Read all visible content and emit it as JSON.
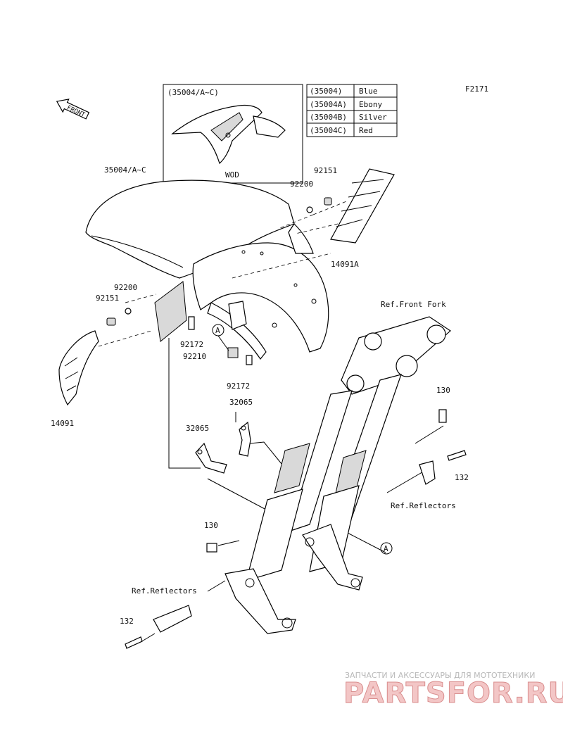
{
  "diagram": {
    "code": "F2171",
    "front_label": "FRONT",
    "inset": {
      "title": "(35004/A~C)",
      "caption": "WOD"
    },
    "color_table": [
      {
        "code": "(35004)",
        "color": "Blue"
      },
      {
        "code": "(35004A)",
        "color": "Ebony"
      },
      {
        "code": "(35004B)",
        "color": "Silver"
      },
      {
        "code": "(35004C)",
        "color": "Red"
      }
    ],
    "parts": {
      "fender": "35004/A~C",
      "p92151_right": "92151",
      "p92200_right": "92200",
      "p14091A": "14091A",
      "p92200_left": "92200",
      "p92151_left": "92151",
      "p92172_a": "92172",
      "p92210": "92210",
      "p92172_b": "92172",
      "p14091": "14091",
      "p32065_a": "32065",
      "p32065_b": "32065",
      "p130_a": "130",
      "p132_a": "132",
      "p130_b": "130",
      "p132_b": "132"
    },
    "refs": {
      "front_fork": "Ref.Front Fork",
      "reflectors_right": "Ref.Reflectors",
      "reflectors_left": "Ref.Reflectors"
    },
    "callouts": {
      "a1": "A",
      "a2": "A"
    }
  },
  "watermark": {
    "tagline": "ЗАПЧАСТИ И АКСЕССУАРЫ ДЛЯ МОТОТЕХНИКИ",
    "brand": "PARTSFOR.RU"
  }
}
